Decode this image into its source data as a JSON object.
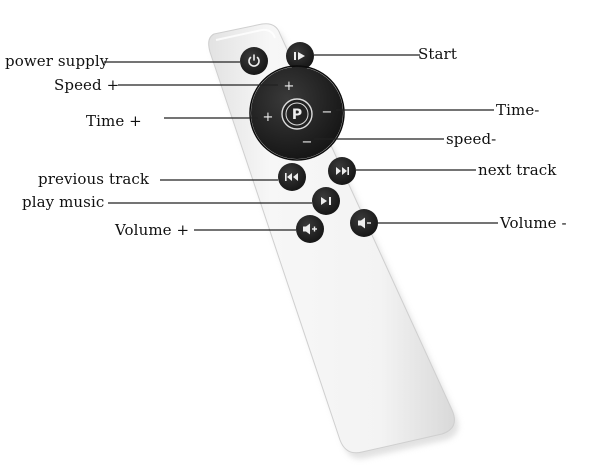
{
  "callouts": {
    "power": "power supply",
    "speed_plus": "Speed +",
    "time_plus": "Time +",
    "previous_track": "previous track",
    "play_music": "play music",
    "volume_plus": "Volume +",
    "start": "Start",
    "time_minus": "Time-",
    "speed_minus": "speed-",
    "next_track": "next track",
    "volume_minus": "Volume -"
  },
  "pad_marks": {
    "top": "+",
    "left": "+",
    "right": "−",
    "bottom": "−",
    "center": "P"
  },
  "icons": {
    "power": "power-icon",
    "start": "play-pause-icon",
    "previous": "skip-back-icon",
    "next": "skip-forward-icon",
    "play": "play-pause-icon",
    "volume_plus": "volume-up-icon",
    "volume_minus": "volume-down-icon"
  },
  "colors": {
    "remote_body": "#f4f4f4",
    "button": "#1e1e1e",
    "button_symbol": "#eeeeee",
    "leader_line": "#222222",
    "text": "#111111"
  }
}
